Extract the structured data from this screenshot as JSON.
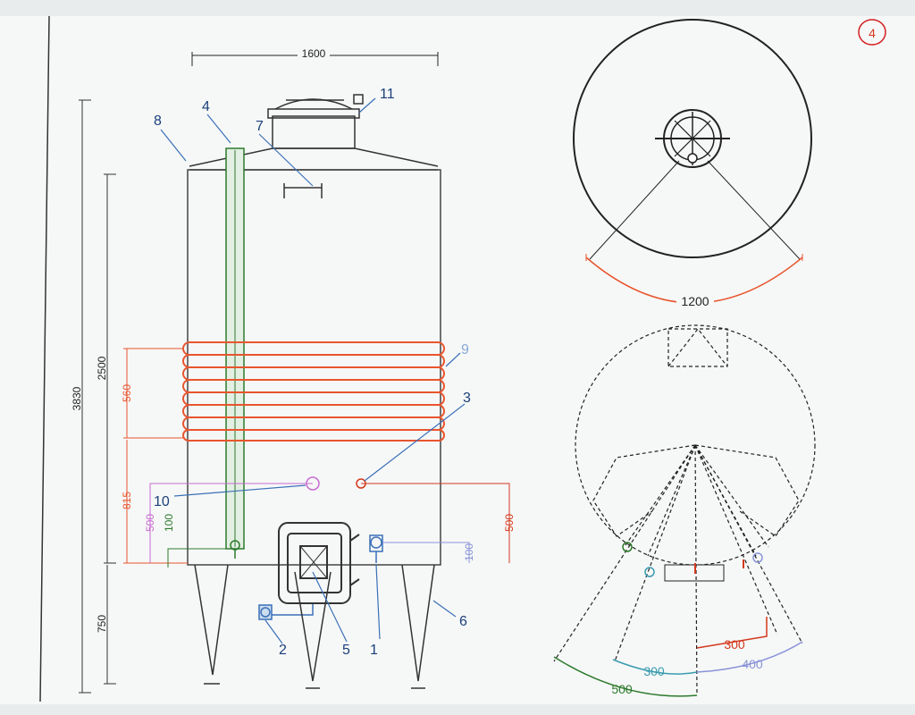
{
  "page_number": "4",
  "dimensions": {
    "width_top": "1600",
    "height_total": "3830",
    "height_body": "2500",
    "coil_height": "560",
    "lower_height": "815",
    "legs_height": "750",
    "valve_height": "500",
    "gauge_height": "500",
    "sample_height": "100",
    "outlet_height": "100",
    "top_diameter": "1200",
    "arc_300_red": "300",
    "arc_300_teal": "300",
    "arc_400": "400",
    "arc_500": "500"
  },
  "callouts": [
    "1",
    "2",
    "3",
    "4",
    "5",
    "6",
    "7",
    "8",
    "9",
    "10",
    "11"
  ],
  "colors": {
    "coil": "#e8552e",
    "pink": "#c86ad0",
    "green": "#2d7a2d",
    "blue": "#3a6fb8",
    "teal": "#3a9bb0",
    "lavender": "#8a93d8",
    "red": "#d4381c"
  }
}
